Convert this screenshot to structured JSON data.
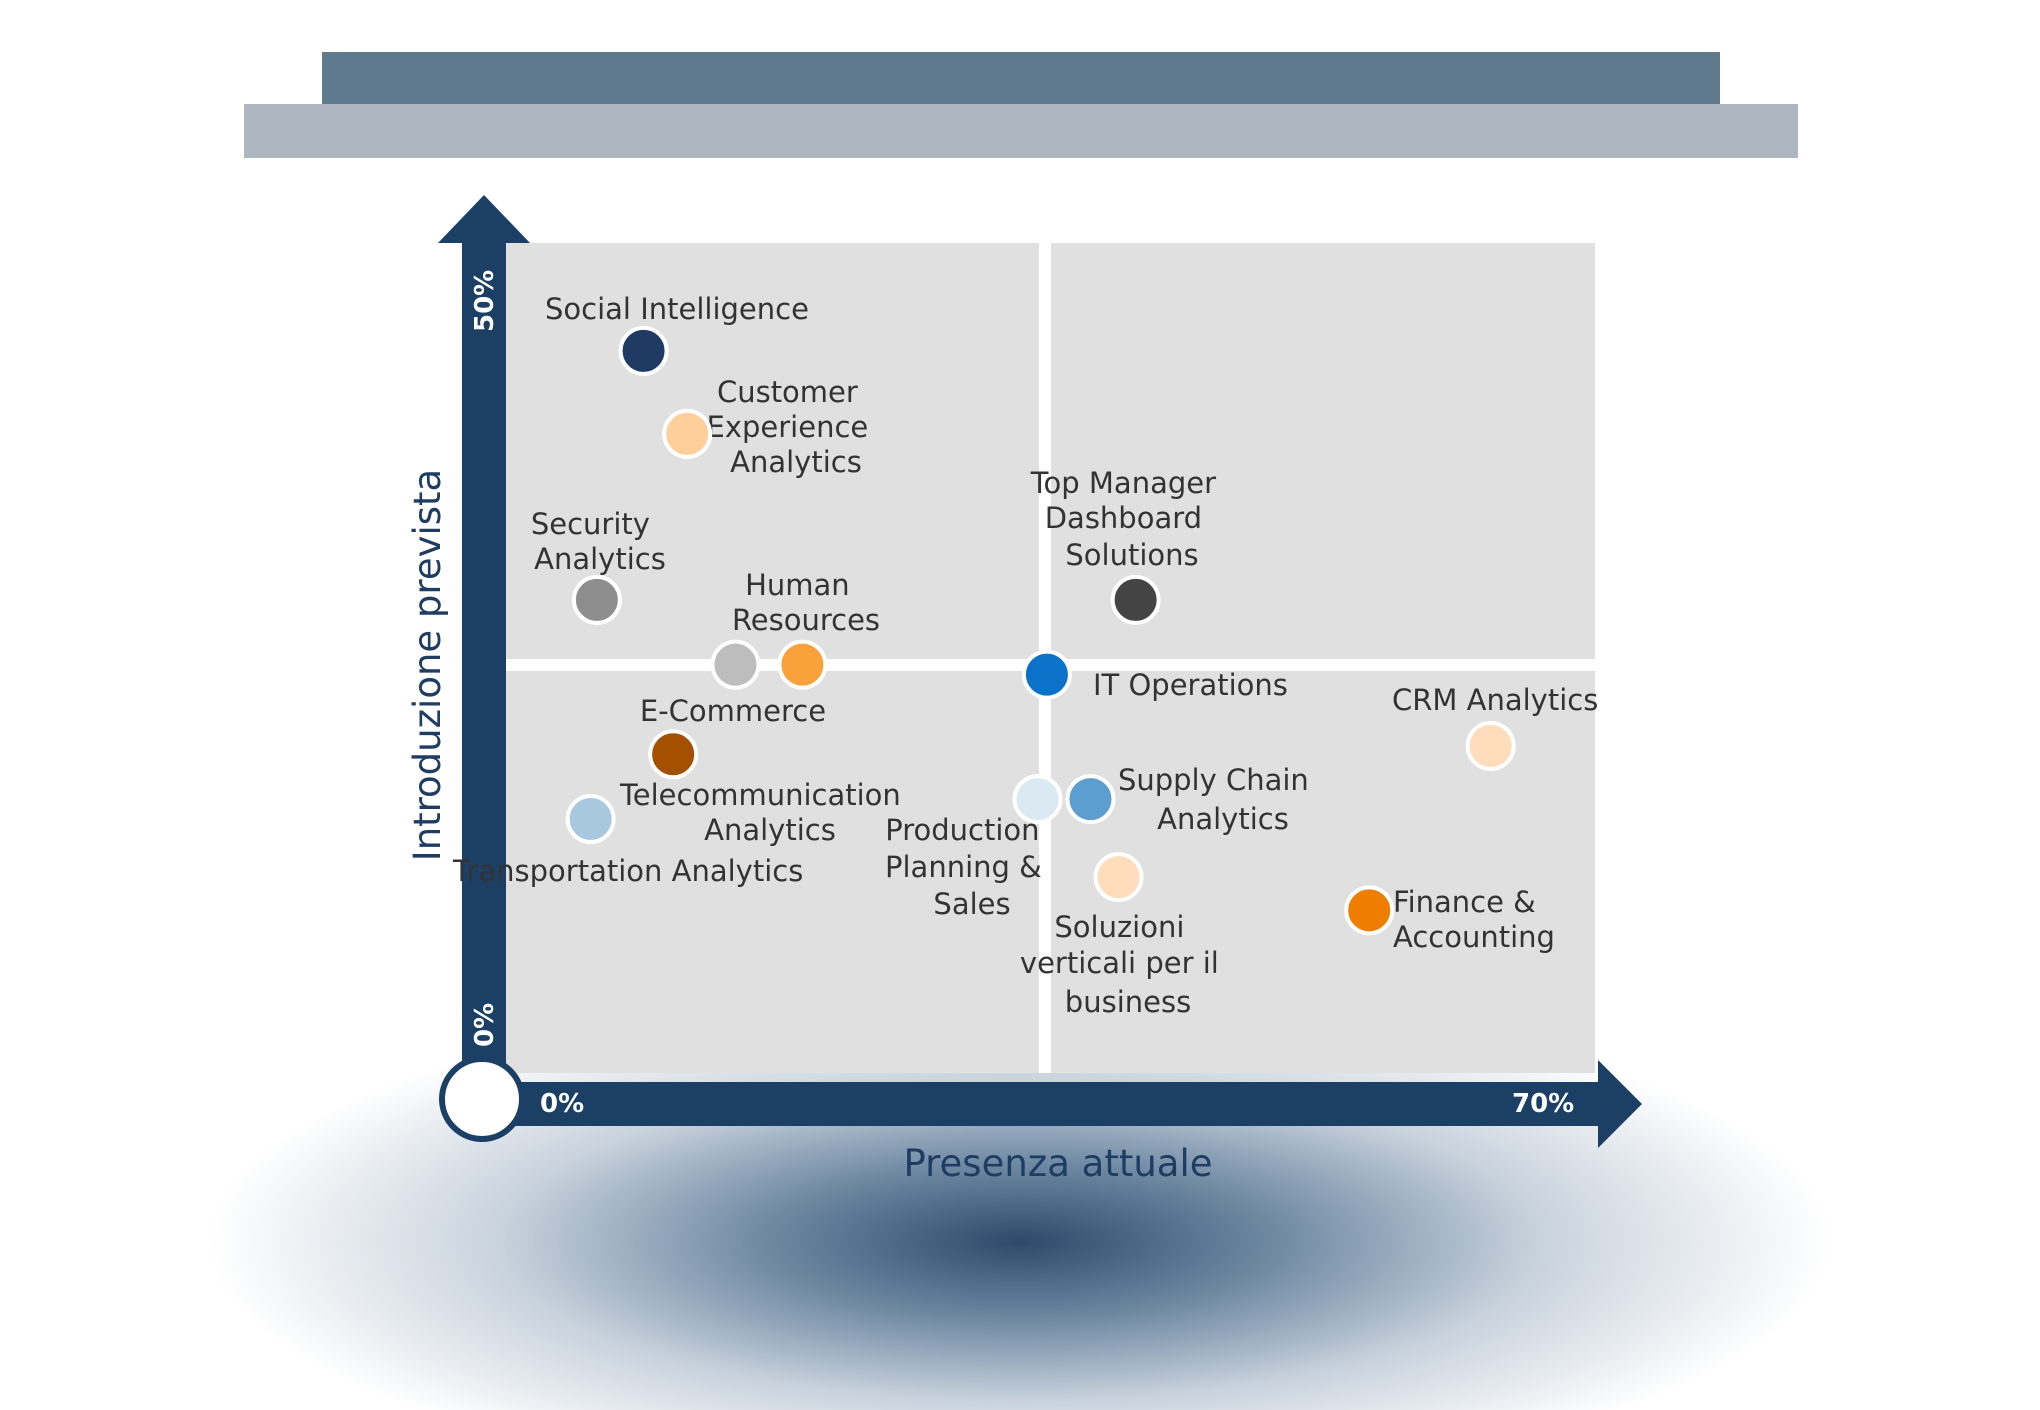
{
  "chart_data": {
    "type": "scatter",
    "xlabel": "Presenza attuale",
    "ylabel": "Introduzione prevista",
    "xlim": [
      0,
      70
    ],
    "ylim": [
      0,
      50
    ],
    "x_tick_labels": [
      "0%",
      "70%"
    ],
    "y_tick_labels": [
      "0%",
      "50%"
    ],
    "quadrant_divider": {
      "x": 35,
      "y": 25
    },
    "grid": false,
    "points": [
      {
        "label": "Social Intelligence",
        "x": 8.9,
        "y": 43.5,
        "color": "#1f3b63"
      },
      {
        "label": "Customer Experience Analytics",
        "x": 11.7,
        "y": 38.5,
        "color": "#ffcf9b"
      },
      {
        "label": "Security Analytics",
        "x": 5.9,
        "y": 28.5,
        "color": "#8e8e8e"
      },
      {
        "label": "Human Resources",
        "x": 19.1,
        "y": 24.6,
        "color": "#f9a13a"
      },
      {
        "label": "E-Commerce",
        "x": 14.8,
        "y": 24.6,
        "color": "#bdbdbd"
      },
      {
        "label": "Top Manager Dashboard Solutions",
        "x": 40.5,
        "y": 28.5,
        "color": "#444444"
      },
      {
        "label": "IT Operations",
        "x": 34.8,
        "y": 24.0,
        "color": "#0a72c9"
      },
      {
        "label": "Telecommunication Analytics",
        "x": 10.8,
        "y": 19.2,
        "color": "#a35000"
      },
      {
        "label": "Transportation Analytics",
        "x": 5.5,
        "y": 15.3,
        "color": "#a8c8e0"
      },
      {
        "label": "Production Planning & Sales",
        "x": 34.2,
        "y": 16.5,
        "color": "#dbe9f2"
      },
      {
        "label": "Supply Chain Analytics",
        "x": 37.6,
        "y": 16.5,
        "color": "#5d9ed0"
      },
      {
        "label": "CRM Analytics",
        "x": 63.3,
        "y": 19.7,
        "color": "#ffdcbc"
      },
      {
        "label": "Soluzioni verticali per il business",
        "x": 39.4,
        "y": 11.8,
        "color": "#ffdcbc"
      },
      {
        "label": "Finance & Accounting",
        "x": 55.5,
        "y": 9.8,
        "color": "#ef7d00"
      }
    ]
  },
  "colors": {
    "axis": "#1c3f66",
    "plot_bg": "#e0e0e0",
    "divider": "#ffffff",
    "banner_dark": "#5e7a8c",
    "banner_light": "#aeb6bf"
  }
}
